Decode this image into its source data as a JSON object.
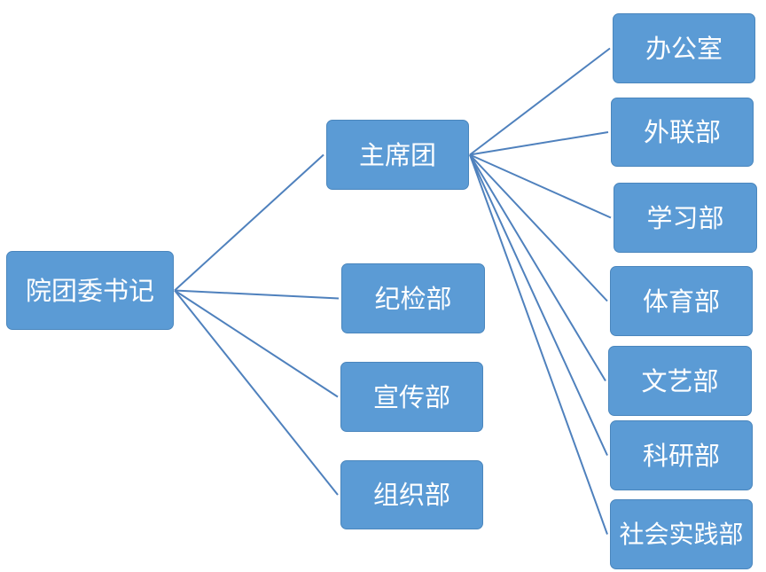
{
  "diagram": {
    "root": "院团委书记",
    "level1": {
      "presidium": "主席团",
      "discipline": "纪检部",
      "publicity": "宣传部",
      "organization": "组织部"
    },
    "level2": {
      "office": "办公室",
      "external": "外联部",
      "study": "学习部",
      "sports": "体育部",
      "arts": "文艺部",
      "research": "科研部",
      "social_practice": "社会实践部"
    },
    "edges": [
      [
        "root",
        "presidium"
      ],
      [
        "root",
        "discipline"
      ],
      [
        "root",
        "publicity"
      ],
      [
        "root",
        "organization"
      ],
      [
        "presidium",
        "office"
      ],
      [
        "presidium",
        "external"
      ],
      [
        "presidium",
        "study"
      ],
      [
        "presidium",
        "sports"
      ],
      [
        "presidium",
        "arts"
      ],
      [
        "presidium",
        "research"
      ],
      [
        "presidium",
        "social_practice"
      ]
    ],
    "colors": {
      "node_fill": "#5b9bd5",
      "node_text": "#ffffff",
      "edge": "#4f81bd"
    }
  }
}
